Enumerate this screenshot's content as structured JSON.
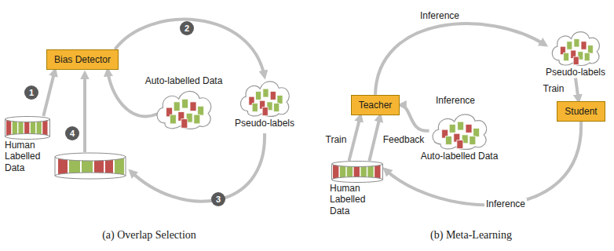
{
  "diagram": {
    "nodes": [
      {
        "text": [
          "Bias Detector"
        ]
      },
      {
        "text": [
          "Auto-labelled Data"
        ]
      },
      {
        "text": [
          "Pseudo-labels"
        ]
      },
      {
        "text": [
          "Human Labelled Data"
        ]
      },
      {
        "text": [
          "Teacher"
        ]
      },
      {
        "text": [
          "Auto-labelled Data"
        ]
      },
      {
        "text": [
          "Pseudo-labels"
        ]
      },
      {
        "text": [
          "Student"
        ]
      },
      {
        "text": [
          "Human Labelled Data"
        ]
      }
    ],
    "edges": [
      {
        "from": 3,
        "to": 0,
        "arrow": "to"
      },
      {
        "from": 0,
        "to": 2,
        "arrow": "to"
      },
      {
        "from": 1,
        "to": 0,
        "arrow": "to"
      },
      {
        "from": 8,
        "to": 4,
        "arrow": "to",
        "label": "Train"
      },
      {
        "from": 8,
        "to": 4,
        "arrow": "to",
        "label": "Feedback"
      },
      {
        "from": 4,
        "to": 6,
        "arrow": "to",
        "label": "Inference"
      },
      {
        "from": 6,
        "to": 7,
        "arrow": "to",
        "label": "Train"
      },
      {
        "from": 7,
        "to": 8,
        "arrow": "to",
        "label": "Inference"
      },
      {
        "from": 5,
        "to": 4,
        "arrow": "to",
        "label": "Inference"
      }
    ],
    "labels": [
      "1",
      "2",
      "3",
      "4",
      "(a) Overlap Selection",
      "(b) Meta-Learning"
    ]
  }
}
